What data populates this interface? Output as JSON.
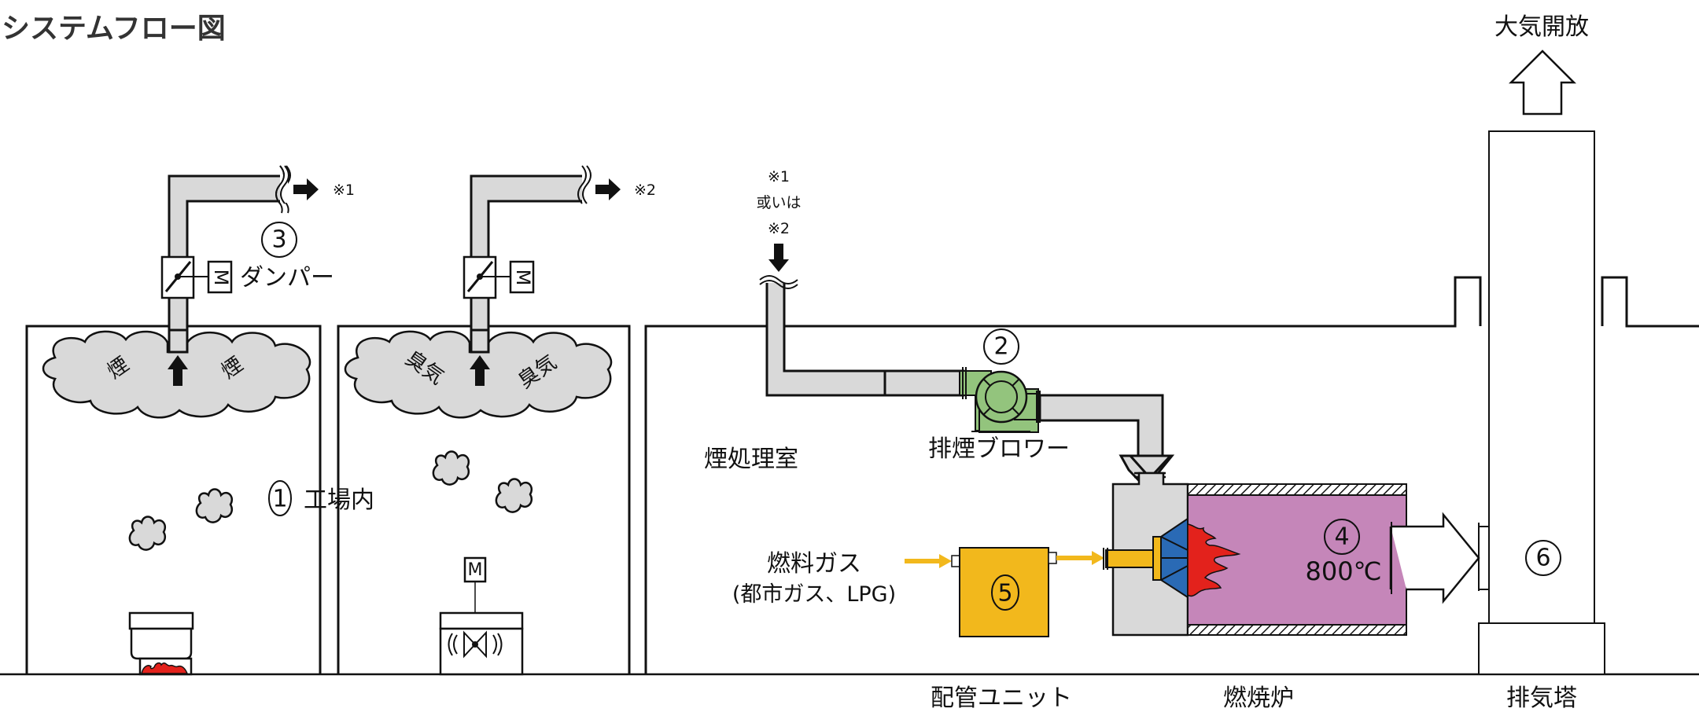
{
  "title": "システムフロー図",
  "colors": {
    "duct": "#d9d9d9",
    "blower": "#93c47d",
    "furnace_chamber": "#c586b9",
    "burner": "#2a6ab5",
    "flame": "#e3221c",
    "piping_unit": "#f2b81c",
    "fuel_arrow": "#f2b81c",
    "outline": "#111111"
  },
  "rooms": {
    "factory": {
      "number": "①",
      "label": "工場内",
      "cloud_text_left": "煙",
      "cloud_text_right": "煙",
      "outlet_note": "※1",
      "damper": {
        "number": "③",
        "label": "ダンパー",
        "motor": "M"
      }
    },
    "odor_room": {
      "cloud_text_left": "臭気",
      "cloud_text_right": "臭気",
      "outlet_note": "※2",
      "damper_motor": "M",
      "valve_motor": "M"
    },
    "treatment_room": {
      "label": "煙処理室",
      "inlet_note_lines": [
        "※1",
        "或いは",
        "※2"
      ]
    }
  },
  "equipment": {
    "blower": {
      "number": "②",
      "label": "排煙ブロワー"
    },
    "furnace": {
      "number": "④",
      "temperature": "800℃"
    },
    "piping_unit": {
      "number": "⑤"
    },
    "stack": {
      "number": "⑥"
    },
    "fuel": {
      "label_line1": "燃料ガス",
      "label_line2": "(都市ガス、LPG)"
    }
  },
  "atmosphere_release": "大気開放",
  "section_labels": {
    "piping_unit": "配管ユニット",
    "furnace": "燃焼炉",
    "stack": "排気塔"
  }
}
